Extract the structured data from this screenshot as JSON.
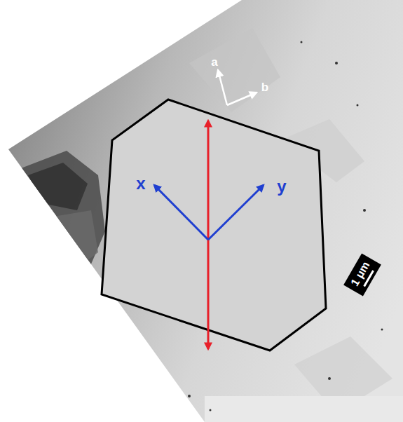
{
  "diagram": {
    "nodes": [
      {
        "text": [
          "x",
          "y"
        ]
      },
      {
        "text": [
          "1 μm"
        ]
      }
    ],
    "labels": [
      "a",
      "b"
    ]
  }
}
